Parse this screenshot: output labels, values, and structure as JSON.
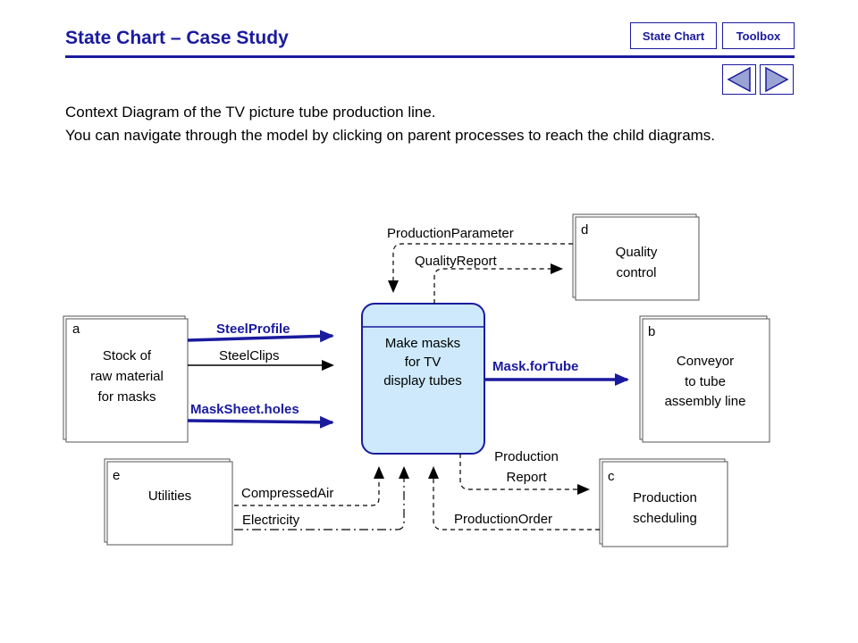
{
  "header": {
    "title": "State Chart – Case Study",
    "nav": {
      "state_chart": "State Chart",
      "toolbox": "Toolbox"
    },
    "prev_icon": "left-triangle-icon",
    "next_icon": "right-triangle-icon"
  },
  "intro": {
    "line1": "Context Diagram of the TV picture tube production line.",
    "line2": "You can navigate through the model by clicking on parent processes to reach the child diagrams."
  },
  "diagram": {
    "central_process": {
      "line1": "Make masks",
      "line2": "for TV",
      "line3": "display tubes"
    },
    "entities": {
      "a": {
        "id": "a",
        "line1": "Stock of",
        "line2": "raw material",
        "line3": "for masks"
      },
      "b": {
        "id": "b",
        "line1": "Conveyor",
        "line2": "to tube",
        "line3": "assembly line"
      },
      "c": {
        "id": "c",
        "line1": "Production",
        "line2": "scheduling"
      },
      "d": {
        "id": "d",
        "line1": "Quality",
        "line2": "control"
      },
      "e": {
        "id": "e",
        "line1": "Utilities"
      }
    },
    "flows": {
      "steel_profile": "SteelProfile",
      "steel_clips": "SteelClips",
      "mask_sheet_holes": "MaskSheet.holes",
      "mask_for_tube": "Mask.forTube",
      "production_parameter": "ProductionParameter",
      "quality_report": "QualityReport",
      "production_report_1": "Production",
      "production_report_2": "Report",
      "production_order": "ProductionOrder",
      "compressed_air": "CompressedAir",
      "electricity": "Electricity"
    },
    "colors": {
      "accent": "#1a1a9e",
      "process_fill": "#cde9fb",
      "entity_border": "#555555"
    }
  }
}
